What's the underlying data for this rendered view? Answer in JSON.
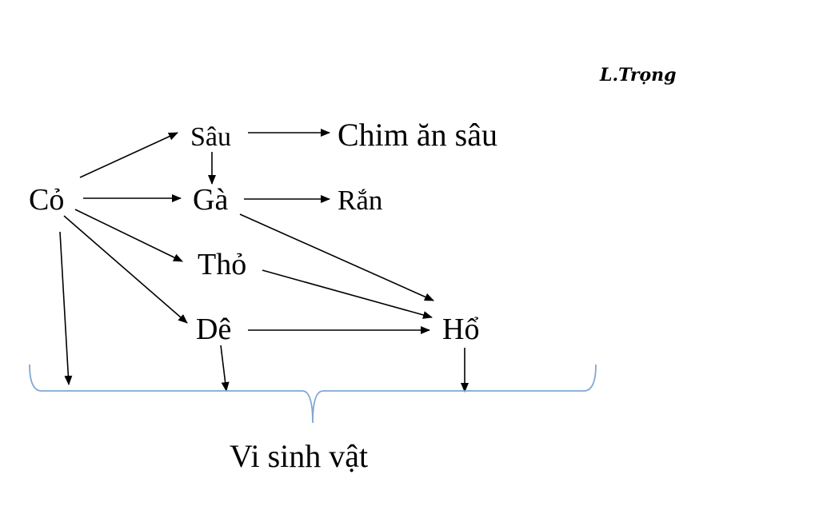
{
  "signature": "L.Trọng",
  "nodes": {
    "co": "Cỏ",
    "sau": "Sâu",
    "chim": "Chim ăn sâu",
    "ga": "Gà",
    "ran": "Rắn",
    "tho": "Thỏ",
    "de": "Dê",
    "ho": "Hổ",
    "vsv": "Vi sinh vật"
  },
  "edges": [
    {
      "from": "co",
      "to": "sau"
    },
    {
      "from": "co",
      "to": "ga"
    },
    {
      "from": "co",
      "to": "tho"
    },
    {
      "from": "co",
      "to": "de"
    },
    {
      "from": "sau",
      "to": "chim"
    },
    {
      "from": "sau",
      "to": "ga"
    },
    {
      "from": "ga",
      "to": "ran"
    },
    {
      "from": "ga",
      "to": "ho"
    },
    {
      "from": "tho",
      "to": "ho"
    },
    {
      "from": "de",
      "to": "ho"
    },
    {
      "from": "co",
      "to": "vsv"
    },
    {
      "from": "de",
      "to": "vsv"
    },
    {
      "from": "ho",
      "to": "vsv"
    }
  ]
}
